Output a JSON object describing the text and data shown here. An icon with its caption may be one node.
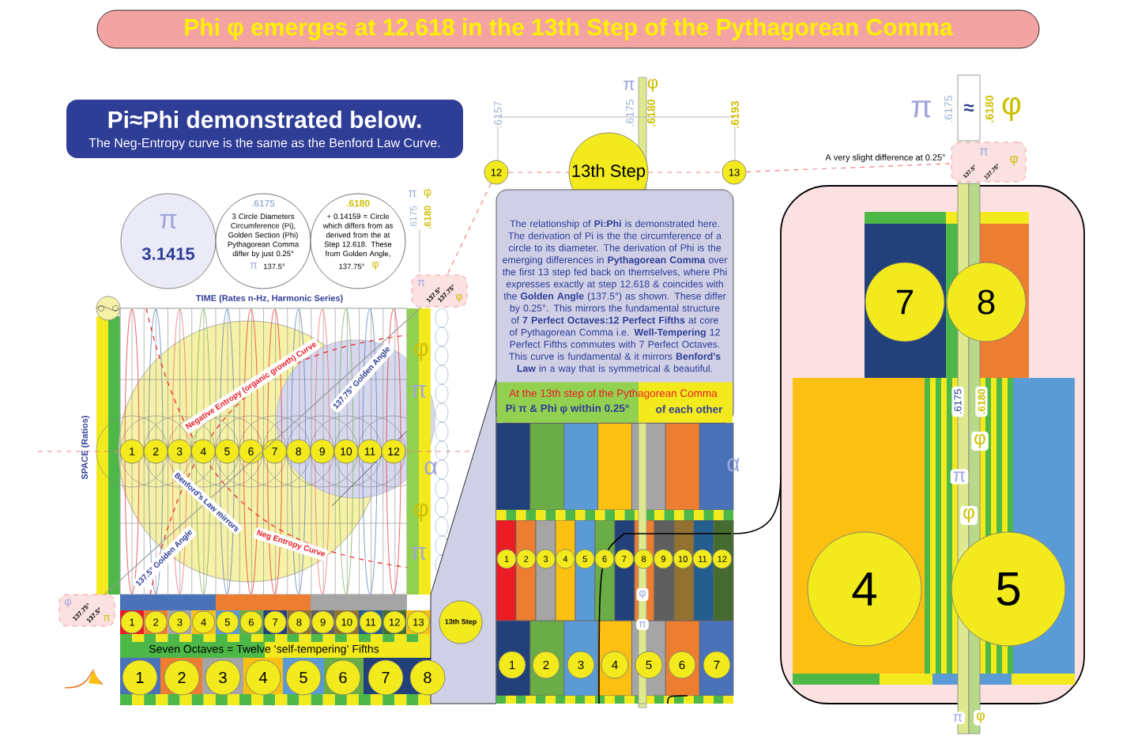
{
  "diagram": {
    "nodes": [
      {
        "text": [
          "Phi φ emerges at 12.618 in the 13th Step of the Pythagorean Comma"
        ]
      },
      {
        "text": [
          "Pi≈Phi demonstrated below.",
          "The Neg-Entropy curve is the same as the Benford Law Curve."
        ]
      },
      {
        "text": [
          "π",
          "3.1415"
        ]
      },
      {
        "text": [
          ".6175",
          "3 Circle Diameters Circumference (Pi), Golden Section (Phi) Pythagorean Comma differ by just 0.25°",
          "π",
          "137.5°"
        ]
      },
      {
        "text": [
          ".6180",
          "+ 0.14159 = Circle which differs from as derived from the at Step 12.618. These from Golden Angle,",
          "137.75°",
          "φ"
        ]
      },
      {
        "text": [
          "π",
          "137.5°",
          "137.75°",
          "φ"
        ]
      },
      {
        "text": [
          "12"
        ]
      },
      {
        "text": [
          "13th Step"
        ]
      },
      {
        "text": [
          "13"
        ]
      },
      {
        "text": [
          "The relationship of **Pi:Phi** is demonstrated here. The derivation of Pi is the the circumference of a circle to its diameter. The derivation of Phi is the emerging differences in **Pythagorean Comma** over the first 13 step fed back on themselves, where Phi expresses exactly at step 12.618 & coincides with the **Golden Angle** (137.5°) as shown. These differ by 0.25°. This mirrors the fundamental structure of **7 Perfect Octaves:12 Perfect Fifths** at core of Pythagorean Comma i.e. **Well-Tempering** 12 Perfect Fifths commutes with 7 Perfect Octaves. This curve is fundamental & it mirrors **Benford’s Law** in a way that is symmetrical & beautiful.",
          "At the 13th step of the Pythagorean Comma",
          "Pi π & Phi φ within 0.25°",
          "of each other"
        ]
      },
      {
        "text": [
          "π",
          "137.5°",
          "137.75°",
          "φ"
        ],
        "beside": [
          "A very slight difference at 0.25°"
        ]
      },
      {
        "text": [
          "φ",
          "137.75°",
          "137.5°",
          "π"
        ]
      },
      {
        "text": [
          "13th Step"
        ]
      },
      {
        "text": [],
        "shape": "box"
      },
      {
        "text": [
          "7"
        ],
        "in": 13
      },
      {
        "text": [
          "8"
        ],
        "in": 13
      },
      {
        "text": [
          "4"
        ],
        "in": 13
      },
      {
        "text": [
          "5"
        ],
        "in": 13
      },
      {
        "text": [
          "1"
        ]
      },
      {
        "text": [
          "2"
        ]
      },
      {
        "text": [
          "3"
        ]
      },
      {
        "text": [
          "4"
        ]
      },
      {
        "text": [
          "5"
        ]
      },
      {
        "text": [
          "6"
        ]
      },
      {
        "text": [
          "7"
        ]
      },
      {
        "text": [
          "8"
        ]
      },
      {
        "text": [
          "9"
        ]
      },
      {
        "text": [
          "10"
        ]
      },
      {
        "text": [
          "11"
        ]
      },
      {
        "text": [
          "12"
        ]
      },
      {
        "text": [
          "1"
        ]
      },
      {
        "text": [
          "2"
        ]
      },
      {
        "text": [
          "3"
        ]
      },
      {
        "text": [
          "4"
        ]
      },
      {
        "text": [
          "5"
        ]
      },
      {
        "text": [
          "6"
        ]
      },
      {
        "text": [
          "7"
        ]
      },
      {
        "text": [
          "8"
        ]
      },
      {
        "text": [
          "9"
        ]
      },
      {
        "text": [
          "10"
        ]
      },
      {
        "text": [
          "11"
        ]
      },
      {
        "text": [
          "12"
        ]
      },
      {
        "text": [
          "13"
        ]
      },
      {
        "text": [
          "1"
        ]
      },
      {
        "text": [
          "2"
        ]
      },
      {
        "text": [
          "3"
        ]
      },
      {
        "text": [
          "4"
        ]
      },
      {
        "text": [
          "5"
        ]
      },
      {
        "text": [
          "6"
        ]
      },
      {
        "text": [
          "7"
        ]
      },
      {
        "text": [
          "8"
        ]
      },
      {
        "text": [
          "1"
        ]
      },
      {
        "text": [
          "2"
        ]
      },
      {
        "text": [
          "3"
        ]
      },
      {
        "text": [
          "4"
        ]
      },
      {
        "text": [
          "5"
        ]
      },
      {
        "text": [
          "6"
        ]
      },
      {
        "text": [
          "7"
        ]
      },
      {
        "text": [
          "8"
        ]
      },
      {
        "text": [
          "9"
        ]
      },
      {
        "text": [
          "10"
        ]
      },
      {
        "text": [
          "11"
        ]
      },
      {
        "text": [
          "12"
        ]
      },
      {
        "text": [
          "1"
        ]
      },
      {
        "text": [
          "2"
        ]
      },
      {
        "text": [
          "3"
        ]
      },
      {
        "text": [
          "4"
        ]
      },
      {
        "text": [
          "5"
        ]
      },
      {
        "text": [
          "6"
        ]
      },
      {
        "text": [
          "7"
        ]
      }
    ],
    "edges": [
      {
        "from": 6,
        "to": 5,
        "arrow": "none",
        "style": "dashed"
      },
      {
        "from": 6,
        "to": 7,
        "arrow": "none",
        "style": "dashed"
      },
      {
        "from": 7,
        "to": 8,
        "arrow": "none",
        "style": "dashed"
      },
      {
        "from": 8,
        "to": 10,
        "arrow": "none",
        "style": "dashed"
      },
      {
        "from": 11,
        "to": 5,
        "arrow": "none",
        "color": "#999999"
      }
    ],
    "labels": [
      "π",
      "φ",
      ".6157",
      ".6175",
      ".6180",
      ".6193",
      "π",
      ".6175",
      "≈",
      ".6180",
      "φ",
      "π",
      "φ",
      ".6175",
      ".6180",
      "TIME (Rates n-Hz, Harmonic Series)",
      "φ",
      "Negative Entropy (organic growth) Curve",
      "137.75° Golden Angle",
      "π",
      ".6175",
      ".6180",
      "φ",
      "SPACE (Ratios)",
      "α",
      "α",
      "π",
      "Benford’s Law mirrors",
      "φ",
      "φ",
      "Neg Entropy Curve",
      "π",
      "137.5° Golden Angle",
      "φ",
      "π",
      "Seven Octaves = Twelve ‘self-tempering’ Fifths",
      "π",
      "φ"
    ]
  }
}
